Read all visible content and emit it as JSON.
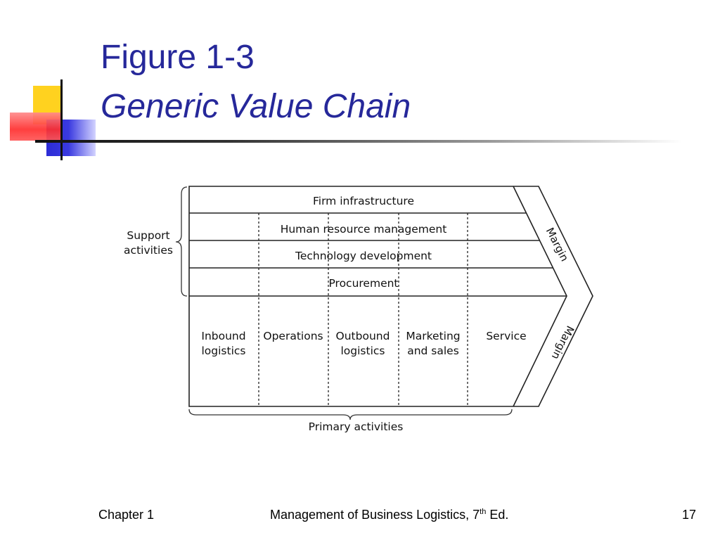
{
  "slide": {
    "title_line1": "Figure 1-3",
    "title_line2": "Generic Value Chain"
  },
  "diagram": {
    "support_label_line1": "Support",
    "support_label_line2": "activities",
    "support_rows": [
      "Firm infrastructure",
      "Human resource management",
      "Technology development",
      "Procurement"
    ],
    "primary_columns": [
      {
        "line1": "Inbound",
        "line2": "logistics"
      },
      {
        "line1": "Operations",
        "line2": ""
      },
      {
        "line1": "Outbound",
        "line2": "logistics"
      },
      {
        "line1": "Marketing",
        "line2": "and sales"
      },
      {
        "line1": "Service",
        "line2": ""
      }
    ],
    "margin_label_top": "Margin",
    "margin_label_bottom": "Margin",
    "primary_label": "Primary activities"
  },
  "footer": {
    "left": "Chapter 1",
    "center_text": "Management of Business Logistics, 7",
    "center_sup": "th",
    "center_after": " Ed.",
    "page_number": "17"
  }
}
